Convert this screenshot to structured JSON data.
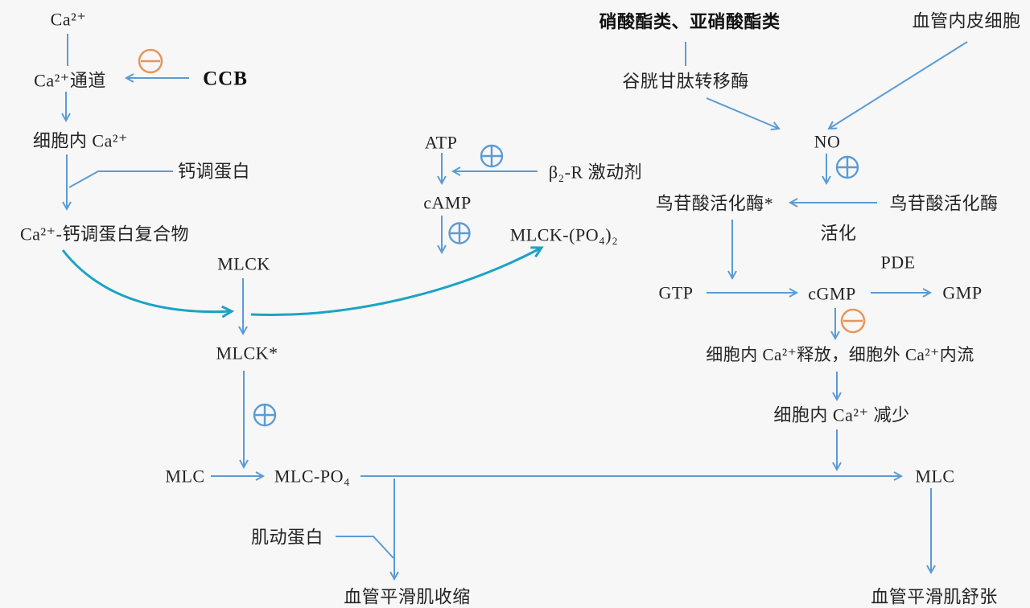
{
  "diagram": {
    "background_color": "#f7f7f7",
    "colors": {
      "arrow_blue": "#5b9bd5",
      "curve_teal": "#1ba3c6",
      "inhibit_orange": "#e8955a",
      "text_color": "#242424"
    },
    "icons": {
      "stimulation": "plus-circle",
      "inhibition": "minus-circle"
    },
    "nodes": {
      "ca_top": "Ca²⁺",
      "ca_channel": "Ca²⁺通道",
      "ccb": "CCB",
      "intracellular_ca": "细胞内 Ca²⁺",
      "calmodulin": "钙调蛋白",
      "ca_calmodulin_complex": "Ca²⁺-钙调蛋白复合物",
      "mlck": "MLCK",
      "mlck_active": "MLCK*",
      "mlc_left": "MLC",
      "mlc_po4": "MLC-PO₄",
      "actin": "肌动蛋白",
      "vascular_contraction": "血管平滑肌收缩",
      "atp": "ATP",
      "beta2_agonist": "β₂-R 激动剂",
      "camp": "cAMP",
      "mlck_po4_2": "MLCK-(PO₄)₂",
      "nitrates": "硝酸酯类、亚硝酸酯类",
      "endothelium": "血管内皮细胞",
      "glutathione_transferase": "谷胱甘肽转移酶",
      "no": "NO",
      "guanylate_cyclase_active": "鸟苷酸活化酶*",
      "guanylate_cyclase": "鸟苷酸活化酶",
      "activation": "活化",
      "gtp": "GTP",
      "cgmp": "cGMP",
      "pde": "PDE",
      "gmp": "GMP",
      "ca_release_influx": "细胞内 Ca²⁺释放，细胞外 Ca²⁺内流",
      "ca_decrease": "细胞内 Ca²⁺ 减少",
      "mlc_right": "MLC",
      "vascular_relaxation": "血管平滑肌舒张"
    }
  }
}
